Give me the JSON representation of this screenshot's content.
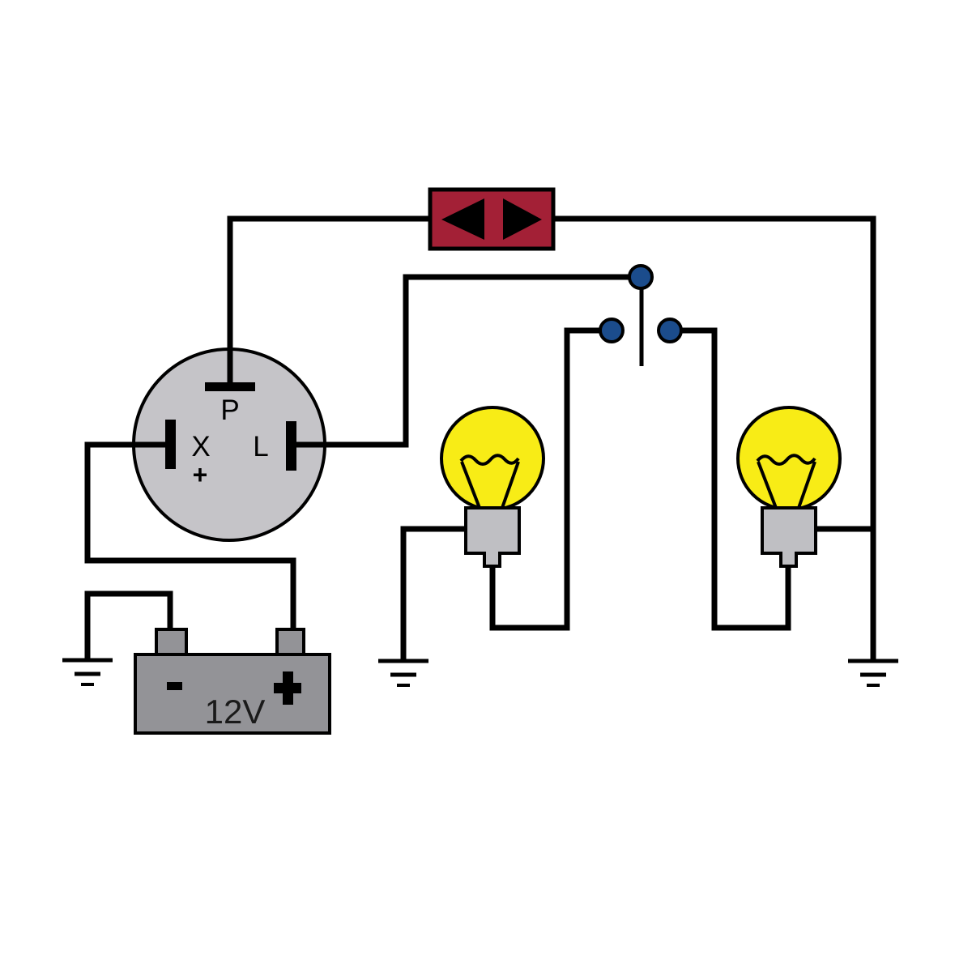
{
  "labels": {
    "relay_terminal_p": "P",
    "relay_terminal_x": "X",
    "relay_terminal_l": "L",
    "relay_plus_mark": "+",
    "battery_voltage": "12V"
  },
  "icons": {
    "indicator_left_arrow": "left-arrow-icon",
    "indicator_right_arrow": "right-arrow-icon",
    "battery_minus": "minus-symbol-icon",
    "battery_plus": "plus-symbol-icon",
    "ground_battery": "ground-icon",
    "ground_left_bulb": "ground-icon",
    "ground_right_bulb": "ground-icon"
  },
  "components": {
    "flasher_relay": "flasher-relay-unit",
    "indicator": "turn-signal-indicator",
    "switch": "spdt-turn-signal-switch",
    "left_bulb": "signal-bulb-left",
    "right_bulb": "signal-bulb-right",
    "battery": "12v-battery"
  },
  "colors": {
    "wire_black": "#000000",
    "indicator_red": "#A32036",
    "switch_blue": "#1B4C8C",
    "relay_gray": "#C5C4C8",
    "bulb_yellow": "#F8EC16",
    "socket_gray": "#BFBFC3",
    "battery_gray": "#939397",
    "battery_text": "#1A1A1A",
    "background": "#FFFFFF"
  }
}
